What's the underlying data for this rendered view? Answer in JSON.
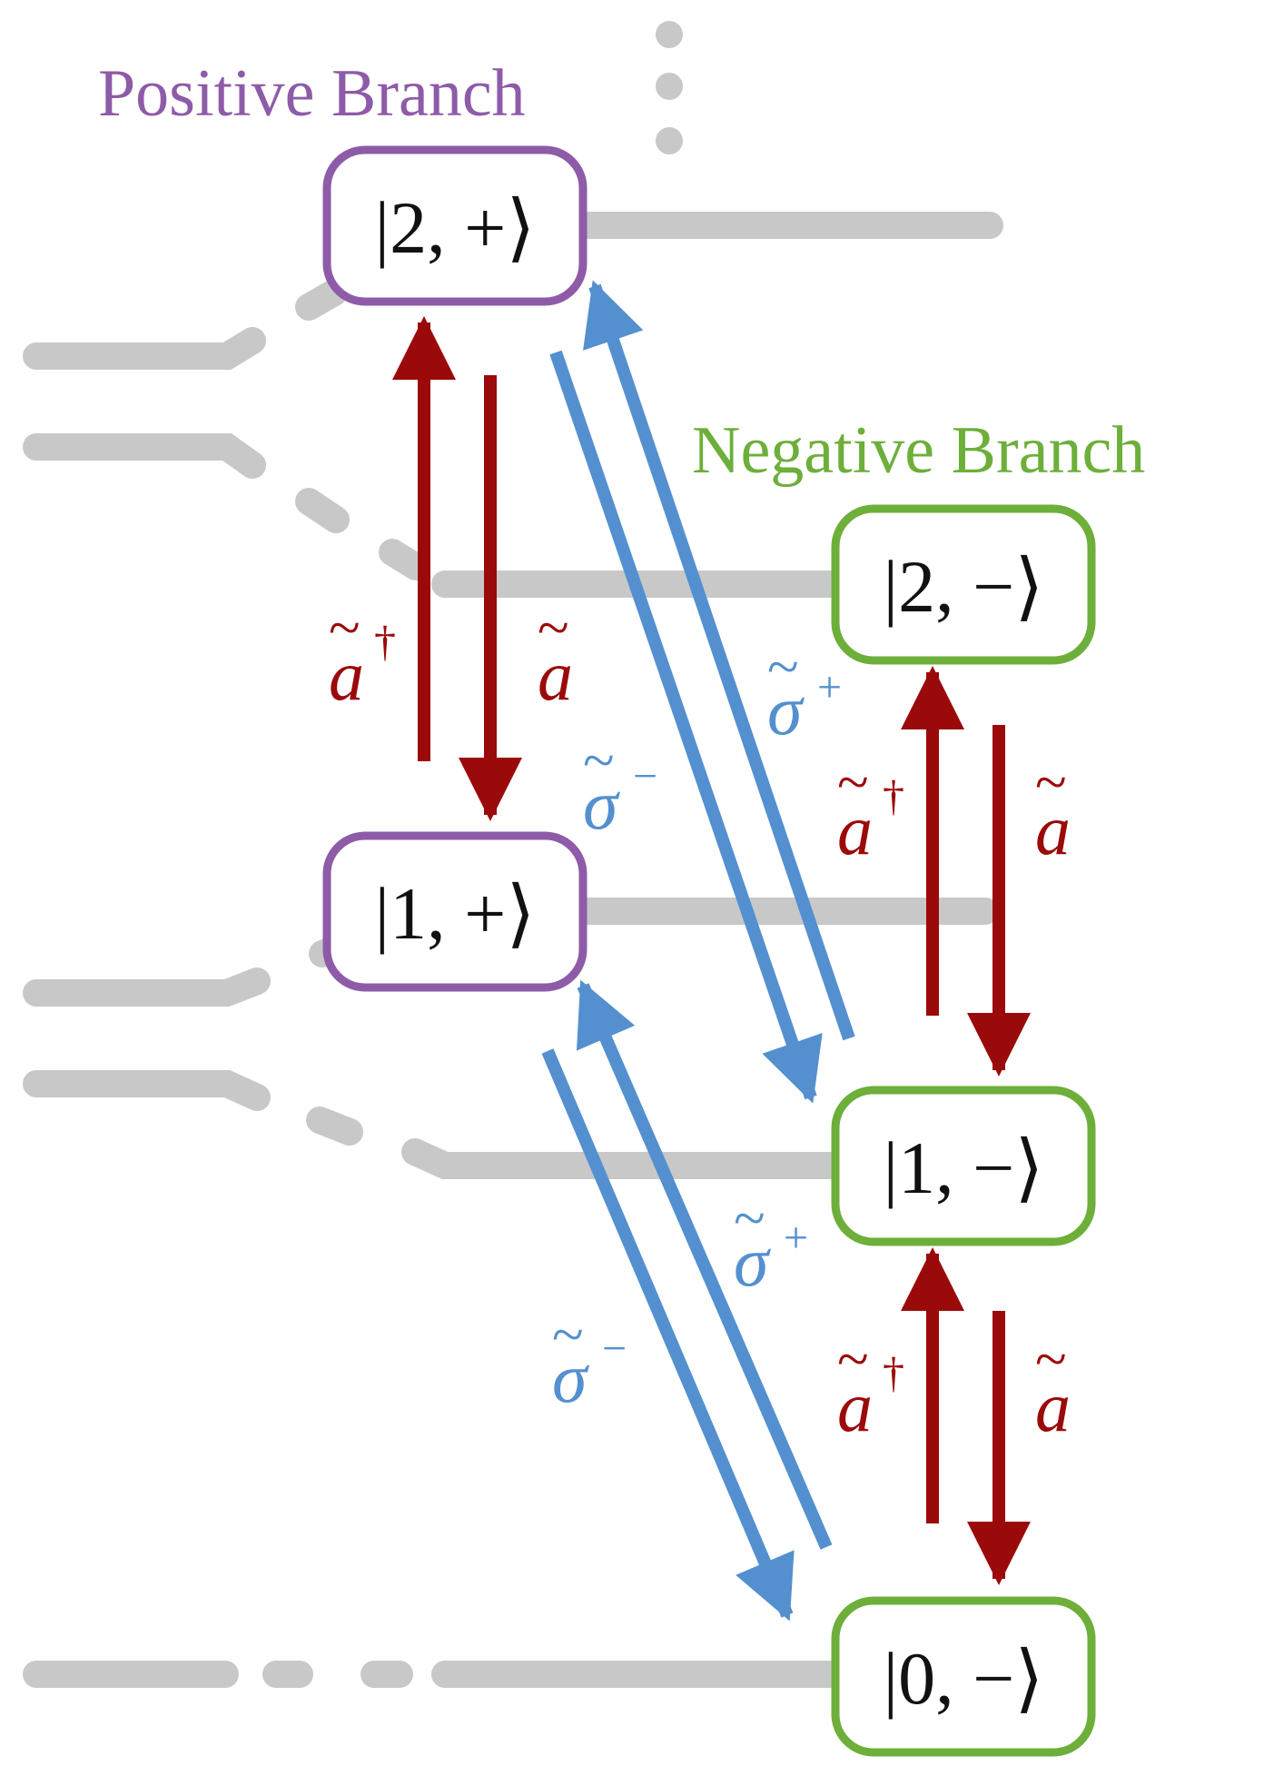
{
  "colors": {
    "positive": "#8E5BA8",
    "negative": "#6DAF3A",
    "photon_arrow": "#9B0A0A",
    "spin_arrow": "#5490CF",
    "level_line": "#C8C8C8",
    "state_text": "#111111"
  },
  "branches": {
    "positive_label": "Positive Branch",
    "negative_label": "Negative Branch"
  },
  "states": {
    "two_plus": "|2, +⟩",
    "one_plus": "|1, +⟩",
    "two_minus": "|2, −⟩",
    "one_minus": "|1, −⟩",
    "zero_minus": "|0, −⟩"
  },
  "operators": {
    "a_base": "a",
    "tilde": "~",
    "dagger": "†",
    "sigma_base": "σ",
    "plus_sup": "+",
    "minus_sup": "−"
  }
}
